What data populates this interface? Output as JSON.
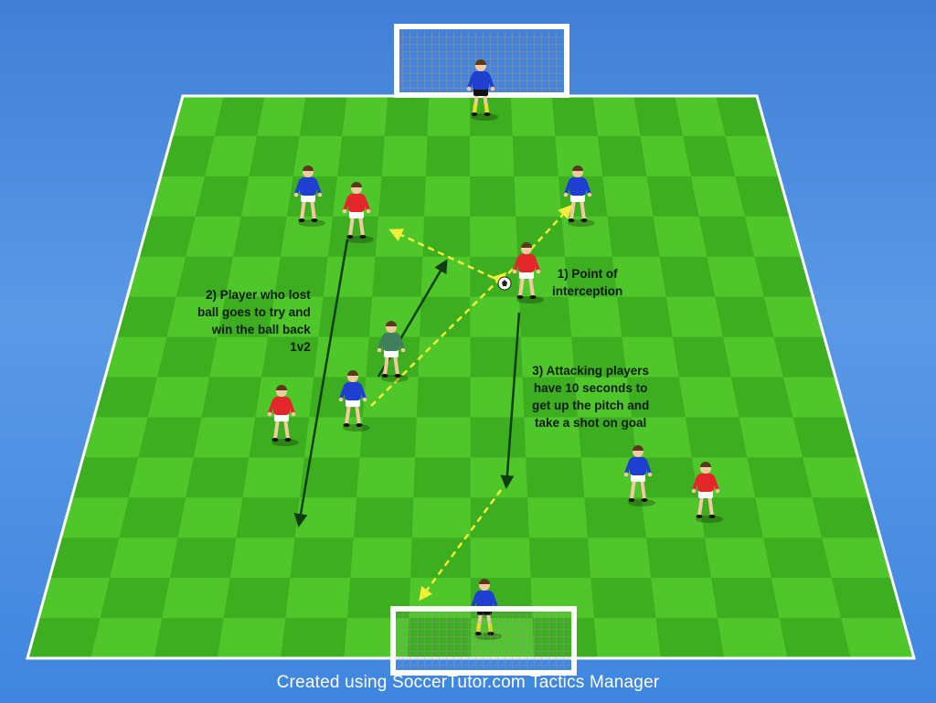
{
  "annotations": {
    "point_of_interception": [
      "1) Point of",
      "interception"
    ],
    "player_who_lost_ball": [
      "2) Player who lost",
      "ball goes to try and",
      "win the ball back",
      "1v2"
    ],
    "attacking_players": [
      "3) Attacking players",
      "have 10 seconds to",
      "get up the pitch and",
      "take a shot on goal"
    ]
  },
  "footer_text": "Created using SoccerTutor.com Tactics Manager",
  "colors": {
    "pitch_light": "#4fc72a",
    "pitch_dark": "#3cae1f",
    "team_red": "#e3262a",
    "team_blue": "#1f3fd1",
    "goalkeeper": "#3f7f5c",
    "pass_arrow": "#f2ee3a",
    "run_arrow": "#0f3d12"
  },
  "icons": [
    "soccer-ball-icon",
    "goal-net-icon",
    "player-icon"
  ]
}
